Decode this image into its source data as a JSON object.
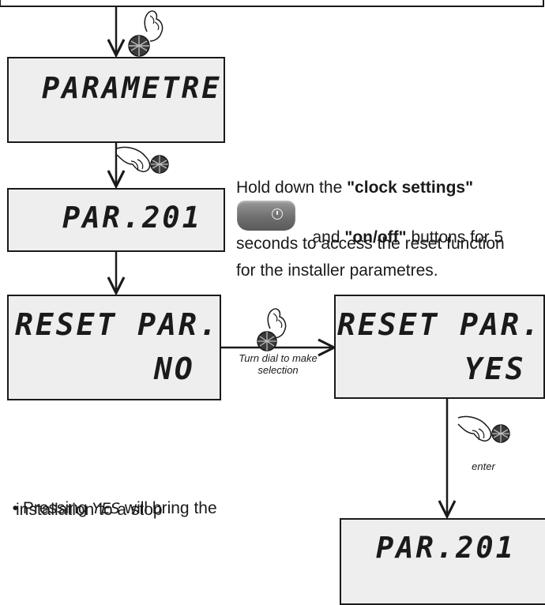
{
  "screens": {
    "parametre": "PARAMETRE",
    "par201_top": "PAR.201",
    "reset_no_line1": "RESET PAR.",
    "reset_no_line2": "NO",
    "reset_yes_line1": "RESET PAR.",
    "reset_yes_line2": "YES",
    "par201_bottom": "PAR.201"
  },
  "instructions": {
    "hold_prefix": "Hold down the ",
    "clock_settings": "\"clock settings\"",
    "and_word": " and ",
    "on_off": "\"on/off\"",
    "buttons_suffix": " buttons for 5",
    "line3": "seconds to access the reset function",
    "line4": "for the installer parametres."
  },
  "labels": {
    "turn_dial_line1": "Turn dial to make",
    "turn_dial_line2": "selection",
    "enter": "enter"
  },
  "bullet": {
    "prefix": "• Pressing ",
    "yes": "YES",
    "suffix": " will bring the",
    "line2": "installation to a stop"
  },
  "icons": [
    "dial-turn-hand-icon",
    "dial-press-hand-icon",
    "clock-settings-button-icon"
  ]
}
